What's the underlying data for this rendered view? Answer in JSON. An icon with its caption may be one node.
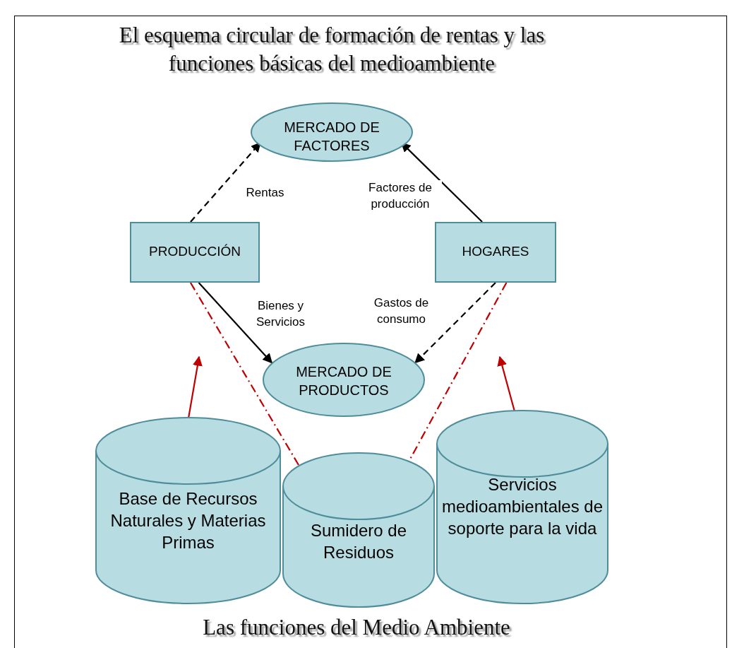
{
  "diagram": {
    "title": "El esquema circular de formación de rentas y las funciones básicas del medioambiente",
    "caption": "Las funciones del Medio Ambiente",
    "nodes": [
      {
        "text": [
          "MERCADO DE FACTORES"
        ]
      },
      {
        "text": [
          "PRODUCCIÓN"
        ]
      },
      {
        "text": [
          "HOGARES"
        ]
      },
      {
        "text": [
          "MERCADO DE PRODUCTOS"
        ]
      },
      {
        "text": [
          "Base de Recursos Naturales y Materias Primas"
        ]
      },
      {
        "text": [
          "Sumidero de Residuos"
        ]
      },
      {
        "text": [
          "Servicios medioambientales de soporte para la vida"
        ]
      }
    ],
    "edges": [
      {
        "from": 1,
        "to": 0,
        "arrow": "to",
        "label": "Rentas",
        "style": "dashed"
      },
      {
        "from": 2,
        "to": 0,
        "arrow": "to",
        "label": "Factores de producción"
      },
      {
        "from": 1,
        "to": 3,
        "arrow": "to",
        "label": "Bienes y Servicios"
      },
      {
        "from": 2,
        "to": 3,
        "arrow": "to",
        "label": "Gastos de consumo",
        "style": "dashed"
      },
      {
        "from": 1,
        "to": 5,
        "arrow": "to",
        "style": "dashed",
        "color": "#c00000"
      },
      {
        "from": 2,
        "to": 5,
        "arrow": "to",
        "style": "dashed",
        "color": "#c00000"
      },
      {
        "from": 4,
        "to": null,
        "arrow": "to",
        "color": "#c00000"
      },
      {
        "from": 6,
        "to": null,
        "arrow": "to",
        "color": "#c00000"
      }
    ]
  }
}
